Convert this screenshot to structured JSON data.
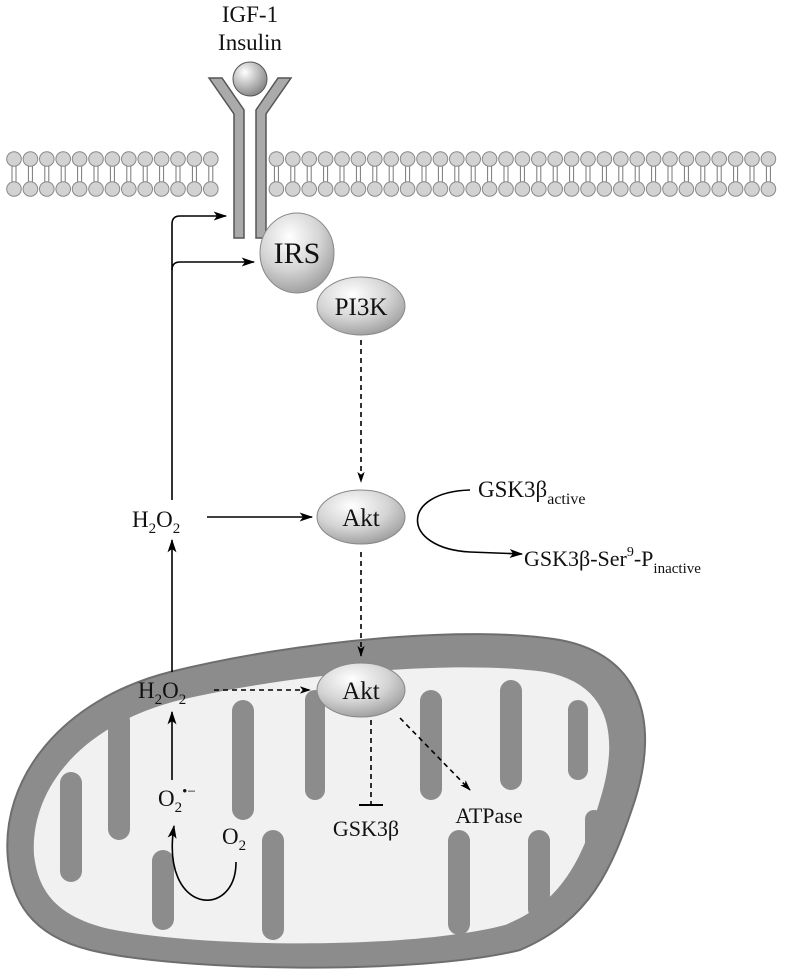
{
  "ligand": {
    "line1": "IGF-1",
    "line2": "Insulin"
  },
  "nodes": {
    "irs": "IRS",
    "pi3k": "PI3K",
    "akt_cyto": "Akt",
    "akt_mito": "Akt"
  },
  "labels": {
    "h2o2_cyto": {
      "base": "H",
      "sub1": "2",
      "mid": "O",
      "sub2": "2"
    },
    "h2o2_mito": {
      "base": "H",
      "sub1": "2",
      "mid": "O",
      "sub2": "2"
    },
    "superoxide": {
      "base": "O",
      "sub": "2",
      "sup": "•−"
    },
    "oxygen": {
      "base": "O",
      "sub": "2"
    },
    "gsk_active": {
      "base": "GSK3β",
      "sub": "active"
    },
    "gsk_inactive": {
      "base": "GSK3β-Ser",
      "sup": "9",
      "mid": "-P",
      "sub": "inactive"
    },
    "gsk_mito": "GSK3β",
    "atpase": "ATPase"
  },
  "colors": {
    "node_fill": "#c8c8c8",
    "mito_outer": "#8a8a8a",
    "mito_inner": "#f2f2f2",
    "membrane": "#cfcfcf",
    "line": "#000000"
  }
}
